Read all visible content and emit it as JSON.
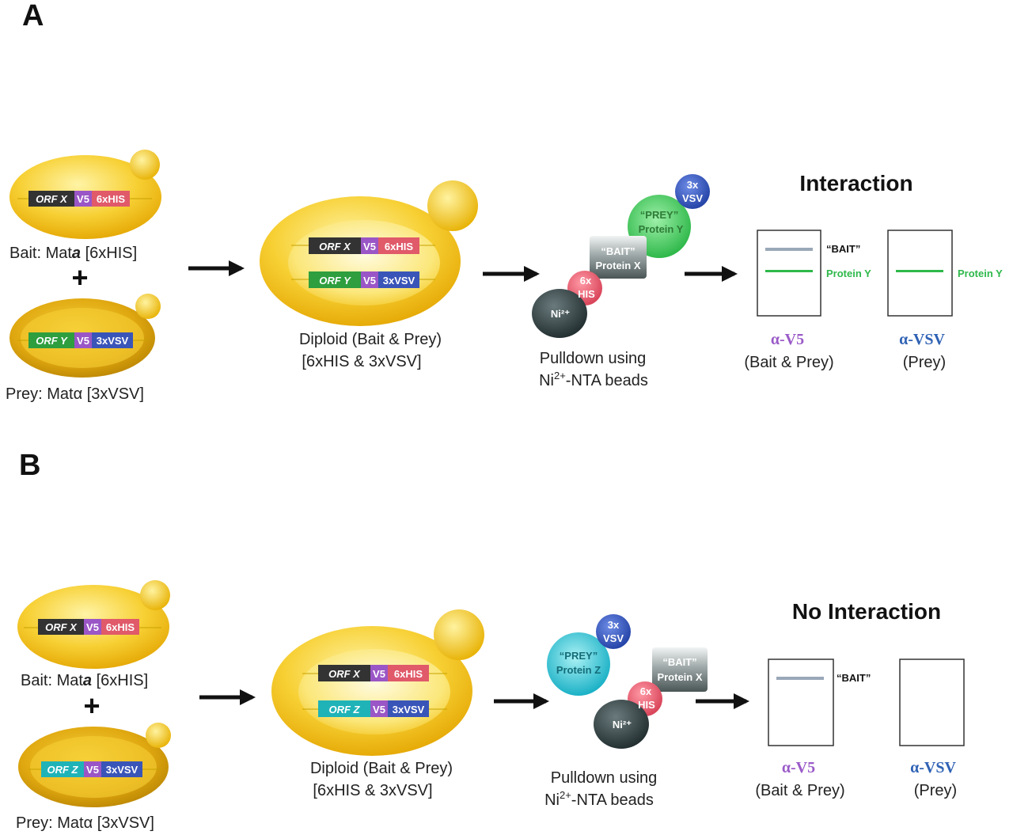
{
  "colors": {
    "yeast_fill": "#f7cf2e",
    "yeast_edge": "#e0a400",
    "orf_dark": "#333333",
    "orf_green": "#2e9e3f",
    "orf_cyan": "#1fb3b8",
    "v5_purple": "#9a56c6",
    "his_red": "#e05a6a",
    "vsv_blue": "#3a55b8",
    "bait_band": "#9aa8b8",
    "prey_band": "#2eb84a",
    "alpha_v5": "#9a5ac8",
    "alpha_vsv": "#2f62b4",
    "ni_bead": "#2b3a3c"
  },
  "panel_a": {
    "letter": "A",
    "bait_caption_prefix": "Bait: Mat",
    "bait_caption_mat": "a",
    "bait_caption_suffix": " [6xHIS]",
    "plus": "+",
    "prey_caption": "Prey: Matα [3xVSV]",
    "bait_cassette": [
      "ORF X",
      "V5",
      "6xHIS"
    ],
    "prey_cassette": [
      "ORF Y",
      "V5",
      "3xVSV"
    ],
    "diploid_caption_1": "Diploid (Bait & Prey)",
    "diploid_caption_2": "[6xHIS & 3xVSV]",
    "pulldown_1": "Pulldown using",
    "pulldown_2_pre": "Ni",
    "pulldown_2_sup": "2+",
    "pulldown_2_post": "-NTA beads",
    "complex": {
      "vsv": [
        "3x",
        "VSV"
      ],
      "prey": [
        "“PREY”",
        "Protein Y"
      ],
      "bait": [
        "“BAIT”",
        "Protein X"
      ],
      "his": [
        "6x",
        "HIS"
      ],
      "ni": "Ni²⁺"
    },
    "heading": "Interaction",
    "blot1_bands": [
      "“BAIT”",
      "Protein Y"
    ],
    "blot2_bands": [
      "Protein Y"
    ],
    "blot1_ab": "α-V5",
    "blot1_sub": "(Bait & Prey)",
    "blot2_ab": "α-VSV",
    "blot2_sub": "(Prey)"
  },
  "panel_b": {
    "letter": "B",
    "bait_caption_prefix": "Bait: Mat",
    "bait_caption_mat": "a",
    "bait_caption_suffix": " [6xHIS]",
    "plus": "+",
    "prey_caption": "Prey: Matα [3xVSV]",
    "bait_cassette": [
      "ORF X",
      "V5",
      "6xHIS"
    ],
    "prey_cassette": [
      "ORF Z",
      "V5",
      "3xVSV"
    ],
    "diploid_caption_1": "Diploid (Bait & Prey)",
    "diploid_caption_2": "[6xHIS & 3xVSV]",
    "pulldown_1": "Pulldown using",
    "pulldown_2_pre": "Ni",
    "pulldown_2_sup": "2+",
    "pulldown_2_post": "-NTA beads",
    "complex": {
      "vsv": [
        "3x",
        "VSV"
      ],
      "prey": [
        "“PREY”",
        "Protein Z"
      ],
      "bait": [
        "“BAIT”",
        "Protein X"
      ],
      "his": [
        "6x",
        "HIS"
      ],
      "ni": "Ni²⁺"
    },
    "heading": "No Interaction",
    "blot1_bands": [
      "“BAIT”"
    ],
    "blot1_ab": "α-V5",
    "blot1_sub": "(Bait & Prey)",
    "blot2_ab": "α-VSV",
    "blot2_sub": "(Prey)"
  }
}
